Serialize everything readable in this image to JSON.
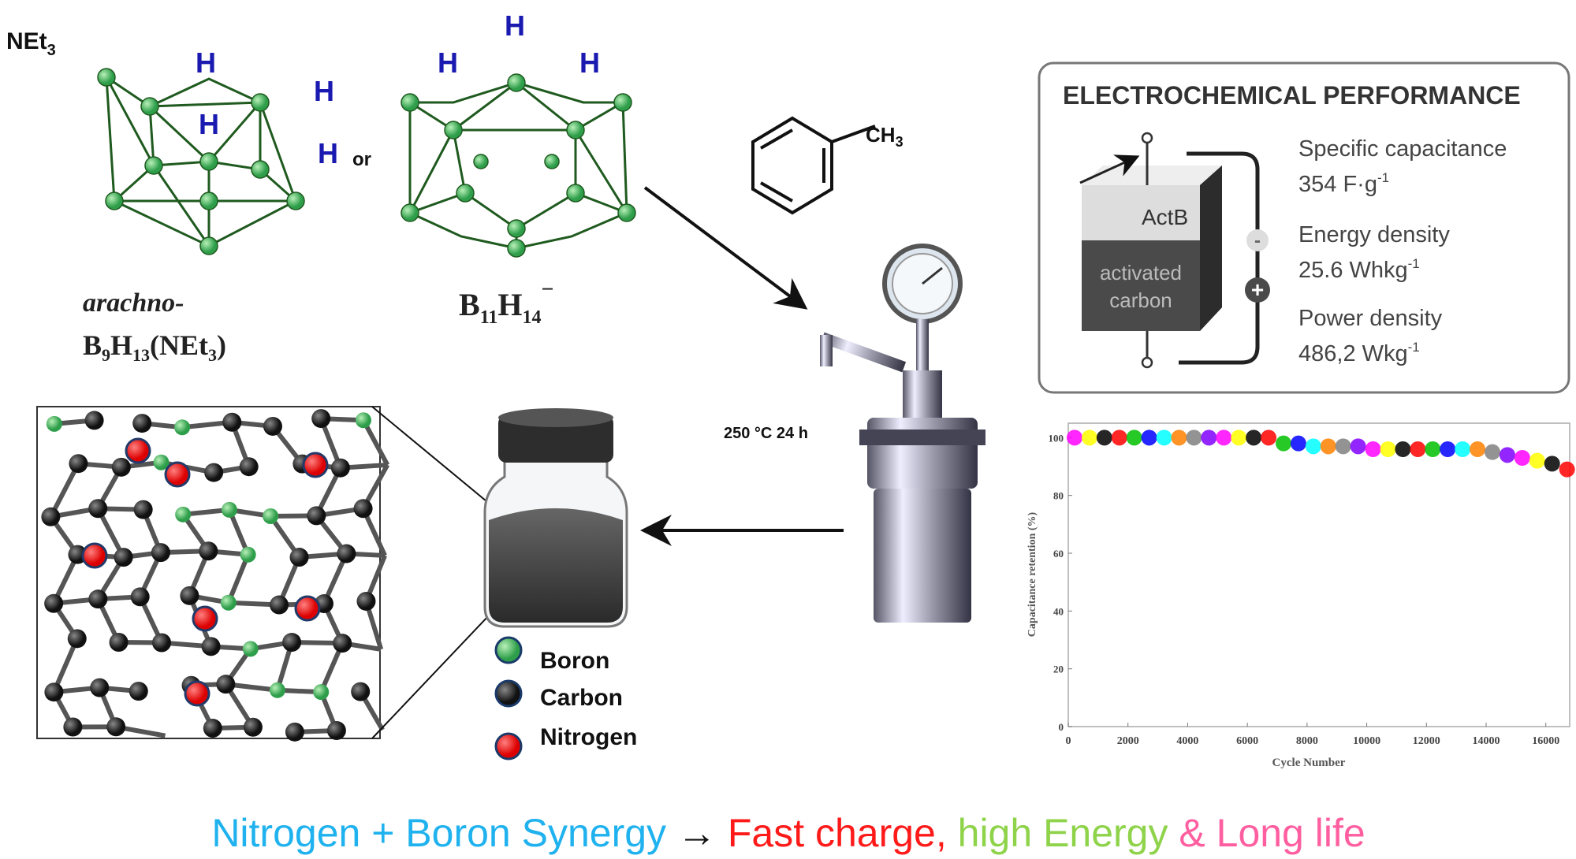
{
  "precursors": {
    "netx_label": "NEt",
    "netx_sub": "3",
    "h_label": "H",
    "or_label": "or",
    "arachno": {
      "line1": "arachno-",
      "b": "B",
      "b_sub": "9",
      "h": "H",
      "h_sub": "13",
      "tail": "(NEt",
      "tail_sub": "3",
      "close": ")"
    },
    "b11": {
      "b": "B",
      "b_sub": "11",
      "h": "H",
      "h_sub": "14",
      "charge": "−"
    }
  },
  "solvent": {
    "ch3": "CH",
    "ch3_sub": "3"
  },
  "reaction": {
    "conditions": "250 °C 24 h"
  },
  "legend": [
    {
      "label": "Boron",
      "color": "#2e9e4a"
    },
    {
      "label": "Carbon",
      "color": "#1a1a1a"
    },
    {
      "label": "Nitrogen",
      "color": "#e01010"
    }
  ],
  "performance": {
    "title": "ELECTROCHEMICAL PERFORMANCE",
    "top_layer": "ActB",
    "bottom_layer_1": "activated",
    "bottom_layer_2": "carbon",
    "minus": "-",
    "plus": "+",
    "metrics": [
      {
        "label": "Specific capacitance",
        "value": "354 F·g",
        "exp": "-1"
      },
      {
        "label": "Energy density",
        "value": "25.6 Whkg",
        "exp": "-1"
      },
      {
        "label": "Power density",
        "value": "486,2 Wkg",
        "exp": "-1"
      }
    ]
  },
  "caption": {
    "part1": "Nitrogen + Boron Synergy",
    "arrow": " → ",
    "part2": "Fast charge,",
    "part3": " high Energy",
    "part4": " & Long life",
    "colors": {
      "part1": "#1fb2ee",
      "part2": "#ff1a1a",
      "part3": "#8ed34a",
      "part4": "#ff5fa0"
    }
  },
  "chart_data": {
    "type": "scatter",
    "title": "",
    "xlabel": "Cycle Number",
    "ylabel": "Capacitance retention (%)",
    "xlim": [
      0,
      16800
    ],
    "ylim": [
      0,
      105
    ],
    "xticks": [
      "0",
      "2000",
      "4000",
      "6000",
      "8000",
      "10000",
      "12000",
      "14000",
      "16000"
    ],
    "xtick_values": [
      0,
      2000,
      4000,
      6000,
      8000,
      10000,
      12000,
      14000,
      16000
    ],
    "yticks": [
      "0",
      "20",
      "40",
      "60",
      "80",
      "100"
    ],
    "ytick_values": [
      0,
      20,
      40,
      60,
      80,
      100
    ],
    "series": [
      {
        "name": "retention",
        "x": [
          0,
          500,
          1000,
          1500,
          2000,
          2500,
          3000,
          3500,
          4000,
          4500,
          5000,
          5500,
          6000,
          6500,
          7000,
          7500,
          8000,
          8500,
          9000,
          9500,
          10000,
          10500,
          11000,
          11500,
          12000,
          12500,
          13000,
          13500,
          14000,
          14500,
          15000,
          15500,
          16000,
          16500
        ],
        "y": [
          100,
          100,
          100,
          100,
          100,
          100,
          100,
          100,
          100,
          100,
          100,
          100,
          100,
          100,
          98,
          98,
          97,
          97,
          97,
          97,
          96,
          96,
          96,
          96,
          96,
          96,
          96,
          96,
          95,
          94,
          93,
          92,
          91,
          89
        ]
      }
    ],
    "marker_colors": [
      "#ff00ff",
      "#ffff00",
      "#000000",
      "#ff0000",
      "#00c000",
      "#0000ff",
      "#00ffff",
      "#ff8000",
      "#808080",
      "#8000ff"
    ]
  }
}
